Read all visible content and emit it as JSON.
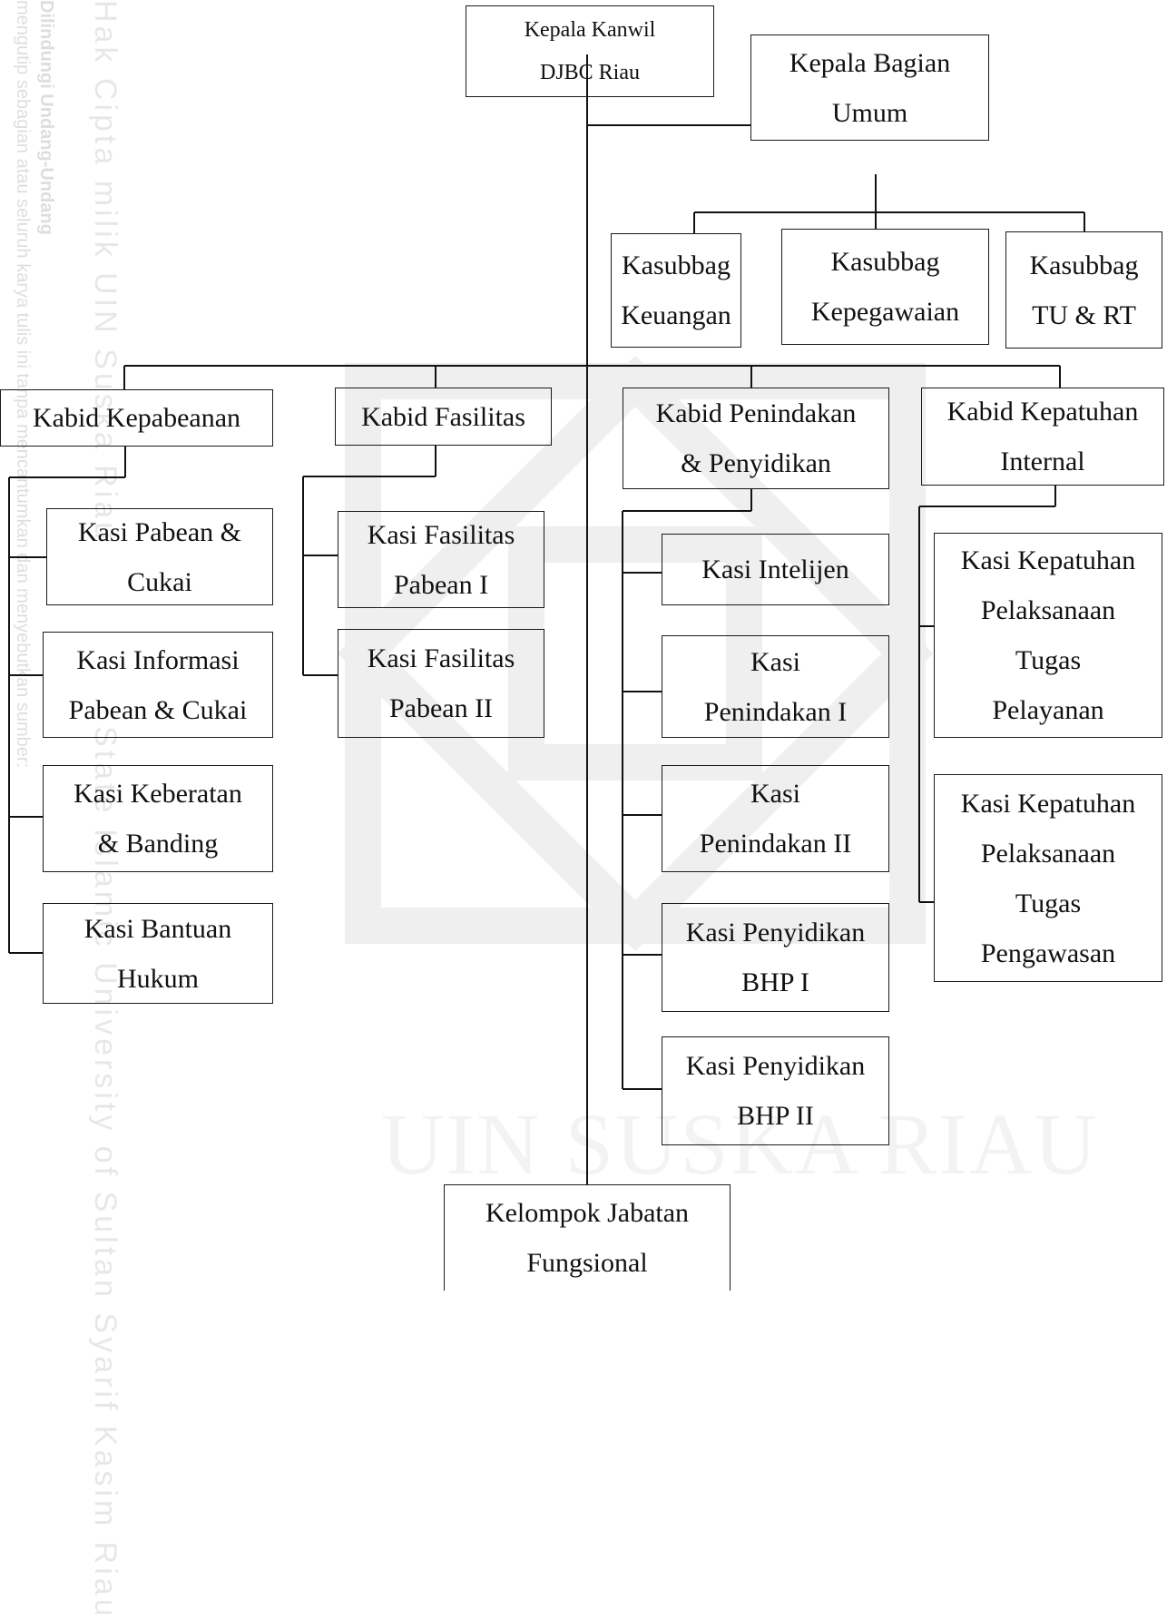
{
  "watermark": {
    "bottom_text": "UIN SUSKA RIAU",
    "side_lines": [
      "Dilindungi Undang-Undang",
      "mengutip sebagian atau seluruh karya tulis ini tanpa mencantumkan dan menyebutkan sumber:",
      "Hak Cipta milik UIN Suska Riau",
      "State Islamic University of Sultan Syarif Kasim Riau"
    ]
  },
  "org_chart": {
    "head": "Kepala Kanwil\nDJBC Riau",
    "general_affairs": "Kepala Bagian\nUmum",
    "subsections": [
      "Kasubbag\nKeuangan",
      "Kasubbag\nKepegawaian",
      "Kasubbag\nTU & RT"
    ],
    "divisions": [
      {
        "title": "Kabid Kepabeanan",
        "sections": [
          "Kasi Pabean &\nCukai",
          "Kasi Informasi\nPabean & Cukai",
          "Kasi Keberatan\n& Banding",
          "Kasi Bantuan\nHukum"
        ]
      },
      {
        "title": "Kabid Fasilitas",
        "sections": [
          "Kasi Fasilitas\nPabean I",
          "Kasi Fasilitas\nPabean II"
        ]
      },
      {
        "title": "Kabid Penindakan\n& Penyidikan",
        "sections": [
          "Kasi Intelijen",
          "Kasi\nPenindakan I",
          "Kasi\nPenindakan II",
          "Kasi Penyidikan\nBHP I",
          "Kasi Penyidikan\nBHP II"
        ]
      },
      {
        "title": "Kabid Kepatuhan\nInternal",
        "sections": [
          "Kasi Kepatuhan\nPelaksanaan\nTugas\nPelayanan",
          "Kasi Kepatuhan\nPelaksanaan\nTugas\nPengawasan"
        ]
      }
    ],
    "functional_group": "Kelompok Jabatan\nFungsional"
  }
}
